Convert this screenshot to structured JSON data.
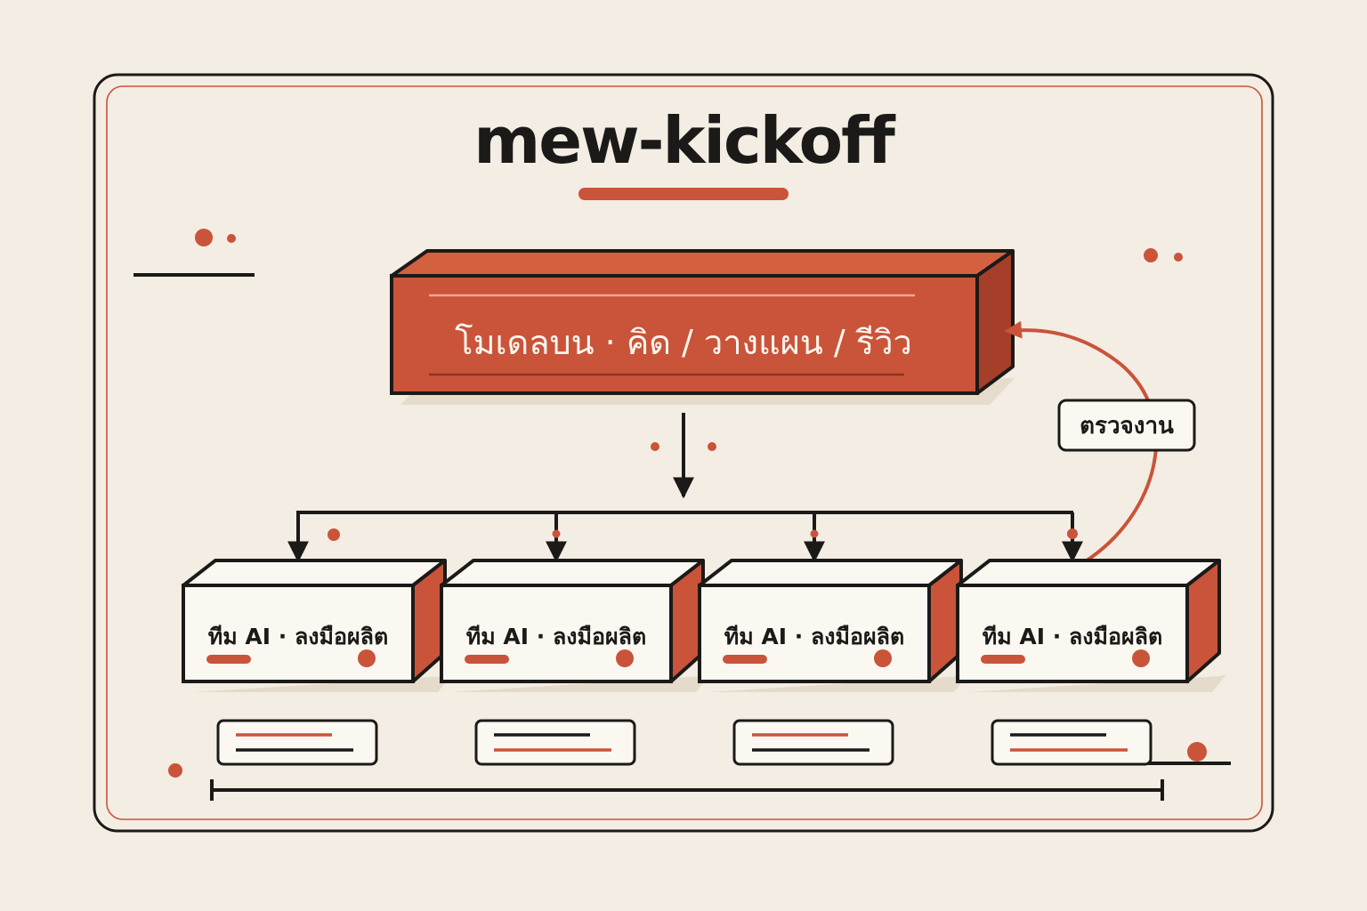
{
  "title": "mew-kickoff",
  "top_block": {
    "label": "โมเดลบน · คิด / วางแผน / รีวิว"
  },
  "review_label": "ตรวจงาน",
  "teams": [
    {
      "label": "ทีม AI · ลงมือผลิต"
    },
    {
      "label": "ทีม AI · ลงมือผลิต"
    },
    {
      "label": "ทีม AI · ลงมือผลิต"
    },
    {
      "label": "ทีม AI · ลงมือผลิต"
    }
  ],
  "colors": {
    "background": "#f3ede3",
    "accent": "#c9543a",
    "accent_dark": "#a63f2a",
    "ink": "#1b1a18",
    "card": "#fbf8f2",
    "shadow": "#e2d7c5"
  }
}
